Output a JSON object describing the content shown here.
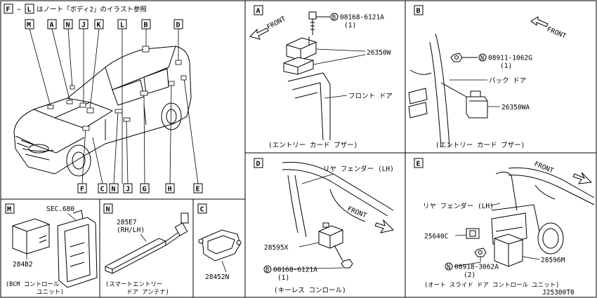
{
  "header": {
    "ref_from": "F",
    "tilde": "~",
    "ref_to": "L",
    "note": "はノート「ボディ2」のイラスト参照"
  },
  "overview": {
    "top_labels": [
      "M",
      "A",
      "N",
      "J",
      "K",
      "L",
      "B",
      "D"
    ],
    "bottom_labels": [
      "F",
      "C",
      "N",
      "J",
      "G",
      "H",
      "E"
    ]
  },
  "panel_a": {
    "tag": "A",
    "front": "FRONT",
    "bolt_prefix": "B",
    "bolt_part": "08168-6121A",
    "bolt_qty": "(1)",
    "part": "26350W",
    "door_label": "フロント ドア",
    "caption": "(エントリー カード ブザー)"
  },
  "panel_b": {
    "tag": "B",
    "front": "FRONT",
    "nut_prefix": "N",
    "nut_part": "08911-1062G",
    "nut_qty": "(1)",
    "door_label": "バック ドア",
    "part": "26350WA",
    "caption": "(エントリー カード ブザー)"
  },
  "panel_d": {
    "tag": "D",
    "fender_label": "リヤ フェンダー (LH)",
    "front": "FRONT",
    "part": "28595X",
    "bolt_prefix": "B",
    "bolt_part": "08168-6121A",
    "bolt_qty": "(1)",
    "caption": "(キーレス コンロール)"
  },
  "panel_e": {
    "tag": "E",
    "front": "FRONT",
    "fender_label": "リヤ フェンダー (LH)",
    "part_a": "25640C",
    "nut_prefix": "N",
    "nut_part": "08918-3062A",
    "nut_qty": "(2)",
    "part_b": "28596M",
    "caption": "(オート スライド ドア コントロール ユニット)"
  },
  "panel_m": {
    "tag": "M",
    "sec": "SEC.680",
    "part": "284B2",
    "caption_1": "(BCM コントロール",
    "caption_2": "ユニット)"
  },
  "panel_n": {
    "tag": "N",
    "part_1": "285E7",
    "part_2": "(RH/LH)",
    "caption_1": "(スマートエントリー",
    "caption_2": "ドア アンテナ)"
  },
  "panel_c": {
    "tag": "C",
    "part": "28452N"
  },
  "footer": {
    "code": "J25300T0"
  }
}
